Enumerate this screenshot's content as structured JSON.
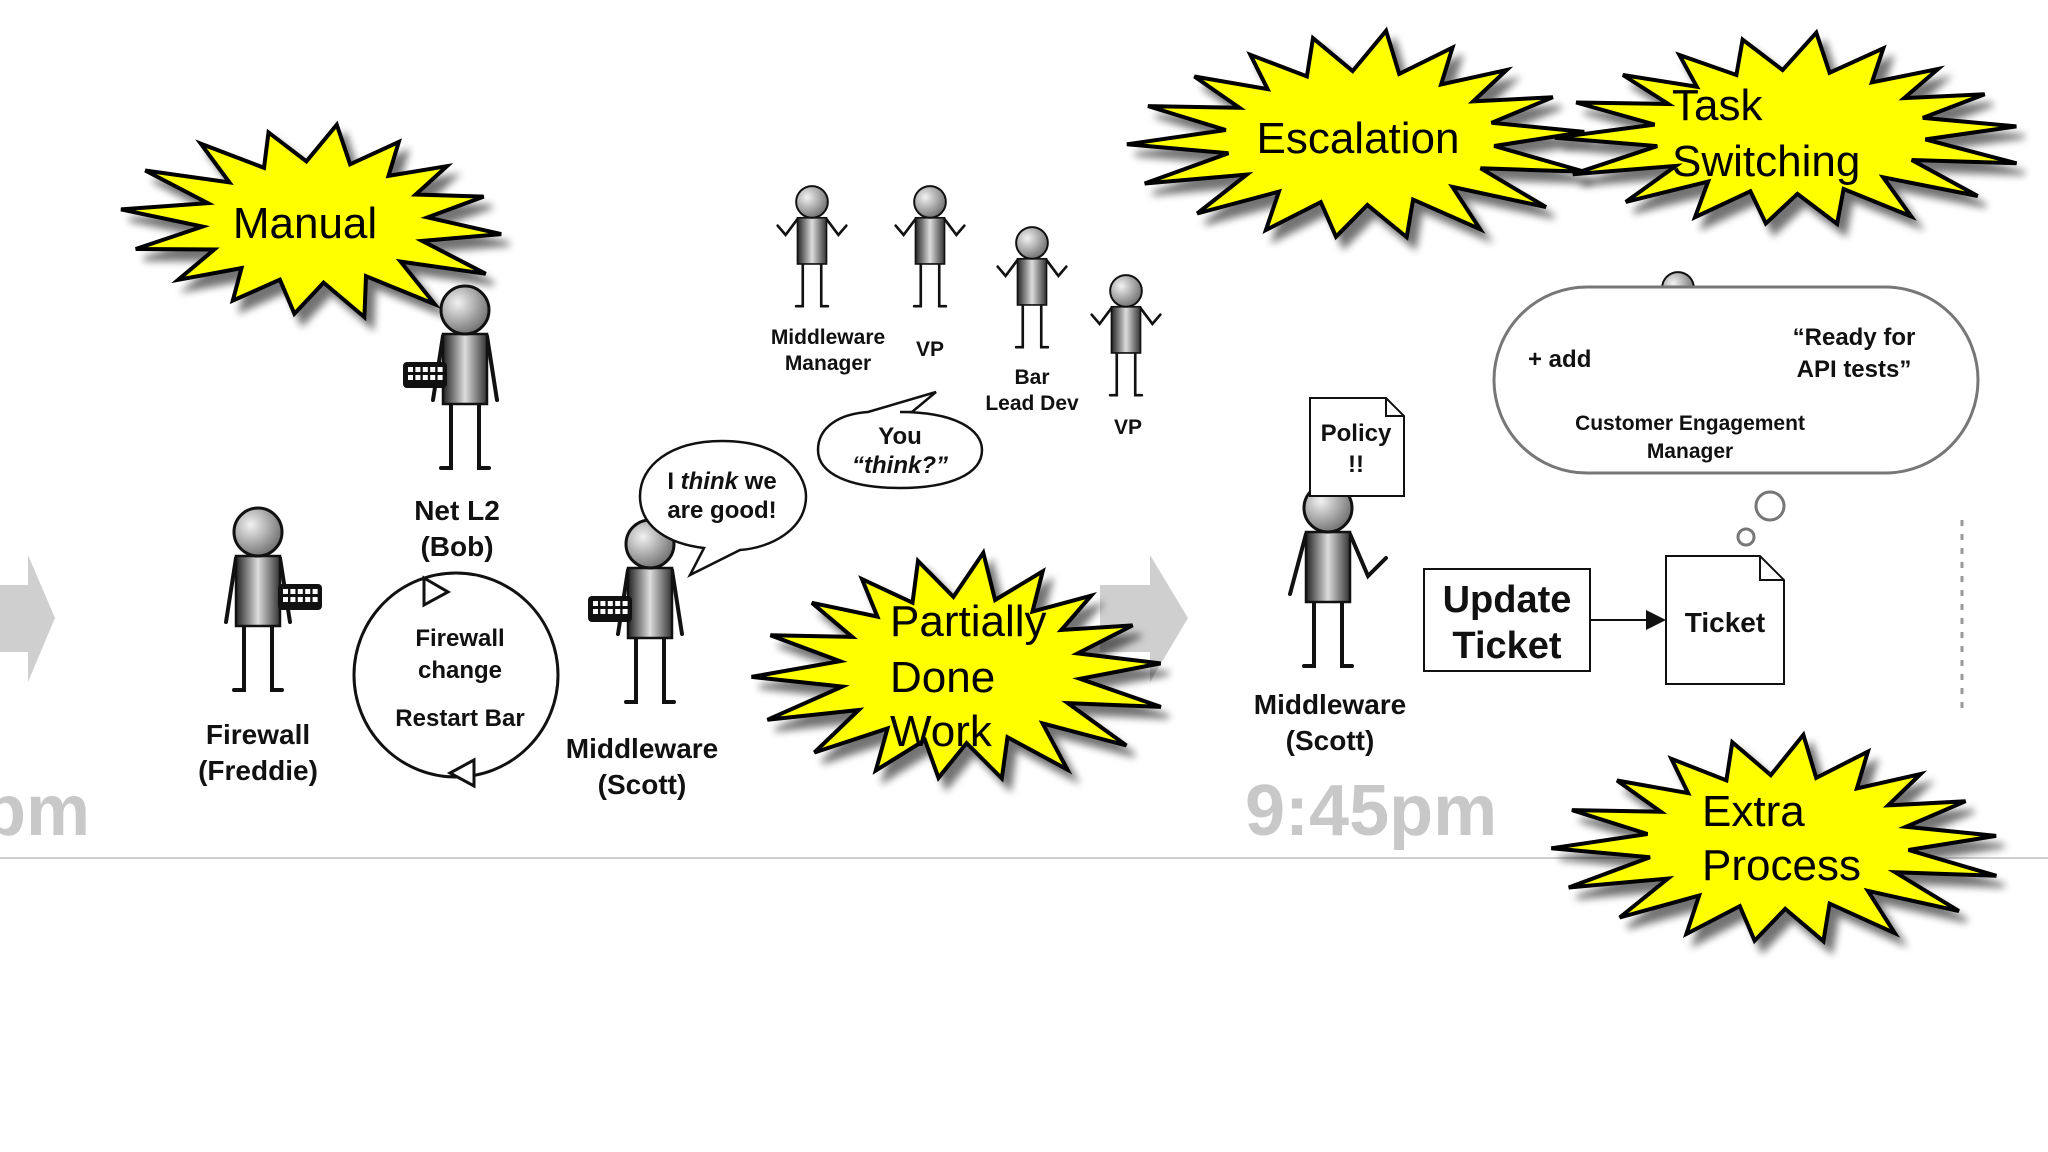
{
  "slide": {
    "bursts": {
      "manual": "Manual",
      "escalation": "Escalation",
      "task_switching": [
        "Task",
        "Switching"
      ],
      "partially_done": [
        "Partially",
        "Done",
        "Work"
      ],
      "extra_process": [
        "Extra",
        "Process"
      ]
    },
    "times": {
      "left": "pm",
      "right": "9:45pm"
    },
    "people": {
      "net_l2": [
        "Net L2",
        "(Bob)"
      ],
      "firewall": [
        "Firewall",
        "(Freddie)"
      ],
      "middleware_left": [
        "Middleware",
        "(Scott)"
      ],
      "middleware_manager": [
        "Middleware",
        "Manager"
      ],
      "vp_1": "VP",
      "bar_lead_dev": [
        "Bar",
        "Lead Dev"
      ],
      "vp_2": "VP",
      "middleware_right": [
        "Middleware",
        "(Scott)"
      ],
      "customer_engagement_manager": [
        "Customer Engagement",
        "Manager"
      ]
    },
    "cycle": {
      "line1": "Firewall",
      "line2": "change",
      "line3": "Restart Bar"
    },
    "bubbles": {
      "think_pre": "I ",
      "think_em": "think",
      "think_post": " we",
      "think_line2": "are good!",
      "you_line1": "You",
      "you_line2": "“think?”"
    },
    "documents": {
      "policy": [
        "Policy",
        "!!"
      ],
      "update_ticket": [
        "Update",
        "Ticket"
      ],
      "ticket": "Ticket"
    },
    "thought_cloud": {
      "add": "+ add",
      "quote": [
        "“Ready for",
        "API tests”"
      ]
    },
    "colors": {
      "burst_fill": "#ffff00",
      "burst_stroke": "#000000",
      "time_gray": "#c8c8c8",
      "arrow_gray": "#cfcfcf"
    }
  }
}
